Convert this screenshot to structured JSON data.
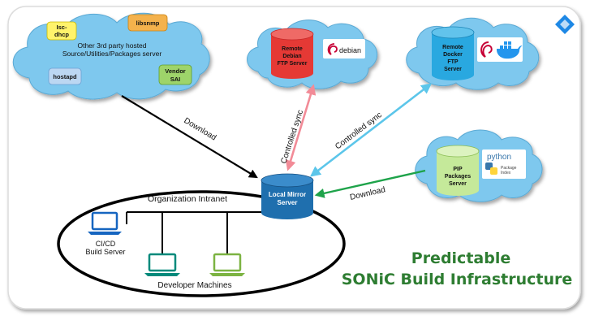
{
  "cloud_sources": {
    "caption_line1": "Other 3rd party hosted",
    "caption_line2": "Source/Utilities/Packages server",
    "isc_dhcp_line1": "Isc-",
    "isc_dhcp_line2": "dhcp",
    "libsnmp": "libsnmp",
    "hostapd": "hostapd",
    "vendor_sai_line1": "Vendor",
    "vendor_sai_line2": "SAI"
  },
  "debian_server": {
    "line1": "Remote",
    "line2": "Debian",
    "line3": "FTP Server",
    "logo_text": "debian"
  },
  "docker_server": {
    "line1": "Remote",
    "line2": "Docker",
    "line3": "FTP",
    "line4": "Server"
  },
  "pip_server": {
    "line1": "PIP",
    "line2": "Packages",
    "line3": "Server",
    "logo_word": "python",
    "logo_sub1": "Package",
    "logo_sub2": "Index"
  },
  "mirror": {
    "line1": "Local Mirror",
    "line2": "Server"
  },
  "edges": {
    "download_left": "Download",
    "sync_debian": "Controlled sync",
    "sync_docker": "Controlled sync",
    "download_pip": "Download"
  },
  "intranet": {
    "label": "Organization Intranet",
    "cicd_line1": "CI/CD",
    "cicd_line2": "Build Server",
    "dev_label": "Developer Machines"
  },
  "title": {
    "line1": "Predictable",
    "line2": "SONiC Build Infrastructure"
  },
  "colors": {
    "cloud": "#7ec8ee",
    "server_red": "#e53935",
    "server_blue": "#29a8e0",
    "server_green": "#c5e99a",
    "mirror_blue": "#1f6fae",
    "arrow_black": "#000000",
    "arrow_pink": "#f28b97",
    "arrow_cyan": "#5cc6ea",
    "arrow_green": "#1ea34a",
    "laptop_blue": "#1565c0",
    "laptop_teal": "#00897b",
    "laptop_lime": "#7cb342",
    "title_green": "#2e7d32"
  }
}
